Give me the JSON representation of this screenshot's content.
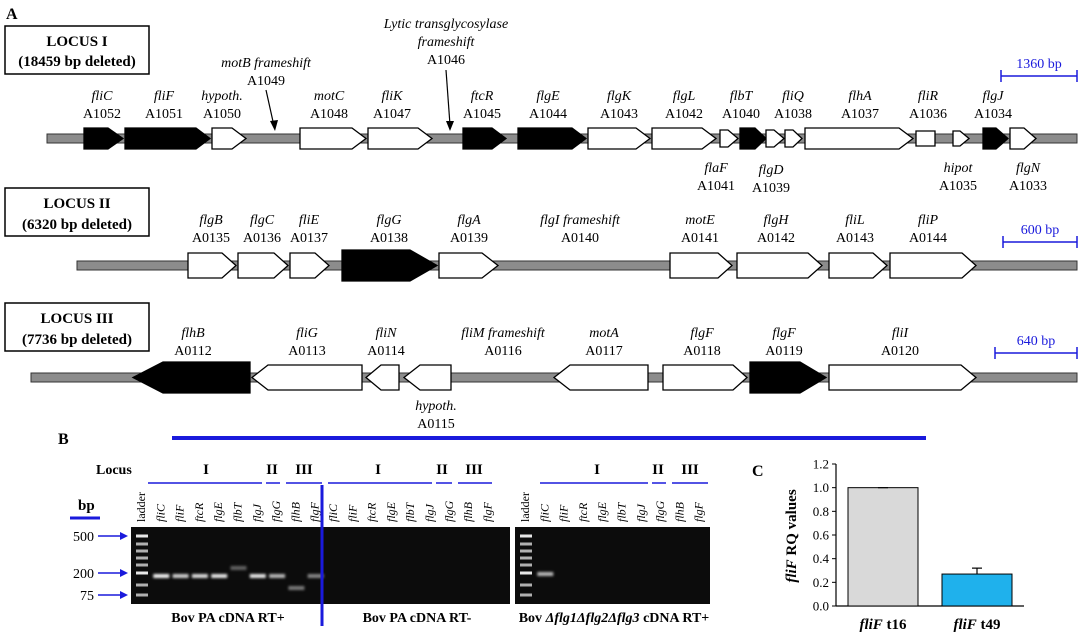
{
  "panel_a": {
    "label": "A",
    "loci": [
      {
        "title": "LOCUS I",
        "subtitle": "(18459 bp deleted)",
        "scale_bar": "1360 bp",
        "genes": [
          {
            "name": "fliC",
            "id": "A1052",
            "fill": "black",
            "dir": "right"
          },
          {
            "name": "fliF",
            "id": "A1051",
            "fill": "black",
            "dir": "right"
          },
          {
            "name": "hypoth.",
            "id": "A1050",
            "fill": "white",
            "dir": "right"
          },
          {
            "name": "motC",
            "id": "A1048",
            "fill": "white",
            "dir": "right"
          },
          {
            "name": "fliK",
            "id": "A1047",
            "fill": "white",
            "dir": "right"
          },
          {
            "name": "ftcR",
            "id": "A1045",
            "fill": "black",
            "dir": "right"
          },
          {
            "name": "flgE",
            "id": "A1044",
            "fill": "black",
            "dir": "right"
          },
          {
            "name": "flgK",
            "id": "A1043",
            "fill": "white",
            "dir": "right"
          },
          {
            "name": "flgL",
            "id": "A1042",
            "fill": "white",
            "dir": "right"
          },
          {
            "name": "flaF",
            "id": "A1041",
            "fill": "white",
            "dir": "right"
          },
          {
            "name": "flbT",
            "id": "A1040",
            "fill": "black",
            "dir": "right"
          },
          {
            "name": "flgD",
            "id": "A1039",
            "fill": "white",
            "dir": "right"
          },
          {
            "name": "fliQ",
            "id": "A1038",
            "fill": "white",
            "dir": "right"
          },
          {
            "name": "flhA",
            "id": "A1037",
            "fill": "white",
            "dir": "right"
          },
          {
            "name": "fliR",
            "id": "A1036",
            "fill": "white",
            "dir": "right"
          },
          {
            "name": "hipot",
            "id": "A1035",
            "fill": "white",
            "dir": "right"
          },
          {
            "name": "flgJ",
            "id": "A1034",
            "fill": "black",
            "dir": "right"
          },
          {
            "name": "flgN",
            "id": "A1033",
            "fill": "white",
            "dir": "right"
          }
        ],
        "frameshifts": [
          {
            "name": "motB frameshift",
            "id": "A1049"
          },
          {
            "name": "Lytic transglycosylase",
            "name2": "frameshift",
            "id": "A1046"
          }
        ]
      },
      {
        "title": "LOCUS II",
        "subtitle": "(6320 bp deleted)",
        "scale_bar": "600 bp",
        "genes": [
          {
            "name": "flgB",
            "id": "A0135",
            "fill": "white",
            "dir": "right"
          },
          {
            "name": "flgC",
            "id": "A0136",
            "fill": "white",
            "dir": "right"
          },
          {
            "name": "fliE",
            "id": "A0137",
            "fill": "white",
            "dir": "right"
          },
          {
            "name": "flgG",
            "id": "A0138",
            "fill": "black",
            "dir": "right"
          },
          {
            "name": "flgA",
            "id": "A0139",
            "fill": "white",
            "dir": "right"
          },
          {
            "name": "motE",
            "id": "A0141",
            "fill": "white",
            "dir": "right"
          },
          {
            "name": "flgH",
            "id": "A0142",
            "fill": "white",
            "dir": "right"
          },
          {
            "name": "fliL",
            "id": "A0143",
            "fill": "white",
            "dir": "right"
          },
          {
            "name": "fliP",
            "id": "A0144",
            "fill": "white",
            "dir": "right"
          }
        ],
        "frameshifts": [
          {
            "name": "flgI frameshift",
            "id": "A0140"
          }
        ]
      },
      {
        "title": "LOCUS III",
        "subtitle": "(7736 bp deleted)",
        "scale_bar": "640 bp",
        "genes": [
          {
            "name": "flhB",
            "id": "A0112",
            "fill": "black",
            "dir": "left"
          },
          {
            "name": "fliG",
            "id": "A0113",
            "fill": "white",
            "dir": "left"
          },
          {
            "name": "fliN",
            "id": "A0114",
            "fill": "white",
            "dir": "left"
          },
          {
            "name": "hypoth.",
            "id": "A0115",
            "fill": "white",
            "dir": "left"
          },
          {
            "name": "motA",
            "id": "A0117",
            "fill": "white",
            "dir": "left"
          },
          {
            "name": "flgF",
            "id": "A0118",
            "fill": "white",
            "dir": "right"
          },
          {
            "name": "flgF",
            "id": "A0119",
            "fill": "black",
            "dir": "right"
          },
          {
            "name": "fliI",
            "id": "A0120",
            "fill": "white",
            "dir": "right"
          }
        ],
        "frameshifts": [
          {
            "name": "fliM frameshift",
            "id": "A0116"
          }
        ]
      }
    ]
  },
  "panel_b": {
    "label": "B",
    "locus_label": "Locus",
    "bp_label": "bp",
    "bp_markers": [
      "500",
      "200",
      "75"
    ],
    "ladder_label": "ladder",
    "locus_groups": [
      "I",
      "II",
      "III"
    ],
    "genes": [
      "fliC",
      "fliF",
      "ftcR",
      "flgE",
      "flbT",
      "flgJ",
      "flgG",
      "flhB",
      "flgF"
    ],
    "gel_labels": [
      "Bov PA cDNA RT+",
      "Bov PA cDNA RT-"
    ],
    "mutant_label": {
      "prefix": "Bov ",
      "body": "Δflg1Δflg2Δflg3",
      "suffix": " cDNA RT+"
    },
    "band_intensity": [
      [
        0.95,
        0.8,
        0.85,
        0.9,
        0.35,
        0.9,
        0.7,
        0.45,
        0.5
      ],
      [
        0,
        0,
        0,
        0,
        0,
        0,
        0,
        0,
        0
      ],
      [
        0.7,
        0,
        0,
        0,
        0,
        0,
        0,
        0,
        0
      ]
    ]
  },
  "panel_c": {
    "label": "C",
    "chart_data": {
      "type": "bar",
      "categories": [
        {
          "gene": "fliF",
          "time": " t16"
        },
        {
          "gene": "fliF",
          "time": " t49"
        }
      ],
      "values": [
        1.0,
        0.27
      ],
      "errors": [
        0.0,
        0.05
      ],
      "ylabel_gene": "fliF",
      "ylabel_rest": " RQ values",
      "ylim": [
        0,
        1.2
      ],
      "yticks": [
        "0.0",
        "0.2",
        "0.4",
        "0.6",
        "0.8",
        "1.0",
        "1.2"
      ],
      "colors": [
        "#d9d9d9",
        "#1fb1ec"
      ]
    }
  },
  "colors": {
    "accent": "#1a1adc",
    "gel_bg": "#0c0c0c",
    "backbone": "#8c8c8c"
  }
}
